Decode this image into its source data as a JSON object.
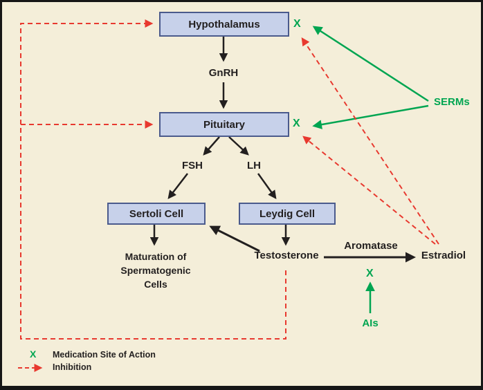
{
  "colors": {
    "background": "#f4eed9",
    "box_fill": "#c7d1ea",
    "box_border": "#4a5a8c",
    "green": "#00a551",
    "red": "#e8392f",
    "text": "#221f1f"
  },
  "nodes": {
    "hypothalamus": "Hypothalamus",
    "pituitary": "Pituitary",
    "sertoli": "Sertoli Cell",
    "leydig": "Leydig Cell"
  },
  "labels": {
    "gnrh": "GnRH",
    "fsh": "FSH",
    "lh": "LH",
    "maturation": [
      "Maturation of",
      "Spermatogenic",
      "Cells"
    ],
    "testosterone": "Testosterone",
    "aromatase": "Aromatase",
    "estradiol": "Estradiol",
    "serms": "SERMs",
    "ais": "AIs",
    "x_mark": "X"
  },
  "legend": {
    "x_symbol": "X",
    "medication": "Medication Site of Action",
    "inhibition": "Inhibition"
  }
}
